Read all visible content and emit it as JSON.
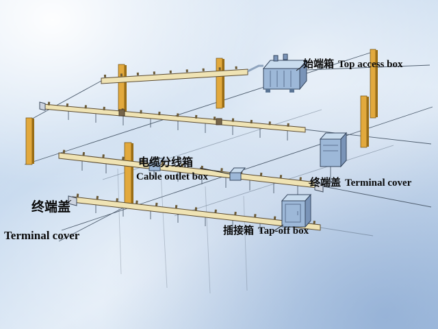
{
  "figure": {
    "labels": {
      "top_access_box": {
        "zh": "始端箱",
        "en": "Top access box"
      },
      "cable_outlet_box": {
        "zh": "电缆分线箱",
        "en": "Cable outlet box"
      },
      "terminal_cover_right": {
        "zh": "终端盖",
        "en": "Terminal cover"
      },
      "tap_off_box": {
        "zh": "插接箱",
        "en": "Tap-off box"
      },
      "terminal_cover_left": {
        "zh": "终端盖",
        "en": "Terminal cover"
      }
    },
    "colors": {
      "background_light": "#dde9f6",
      "background_blue": "#b9d0e9",
      "column_front": "#e2a93d",
      "column_side": "#9a6d14",
      "rail_fill": "#efe3b4",
      "rail_stroke": "#5a4a30",
      "box_front": "#9db8d8",
      "box_top": "#c9dcee",
      "box_side": "#7a94b8",
      "construction_line": "#4e5d6e",
      "text": "#0a0a0a"
    }
  }
}
